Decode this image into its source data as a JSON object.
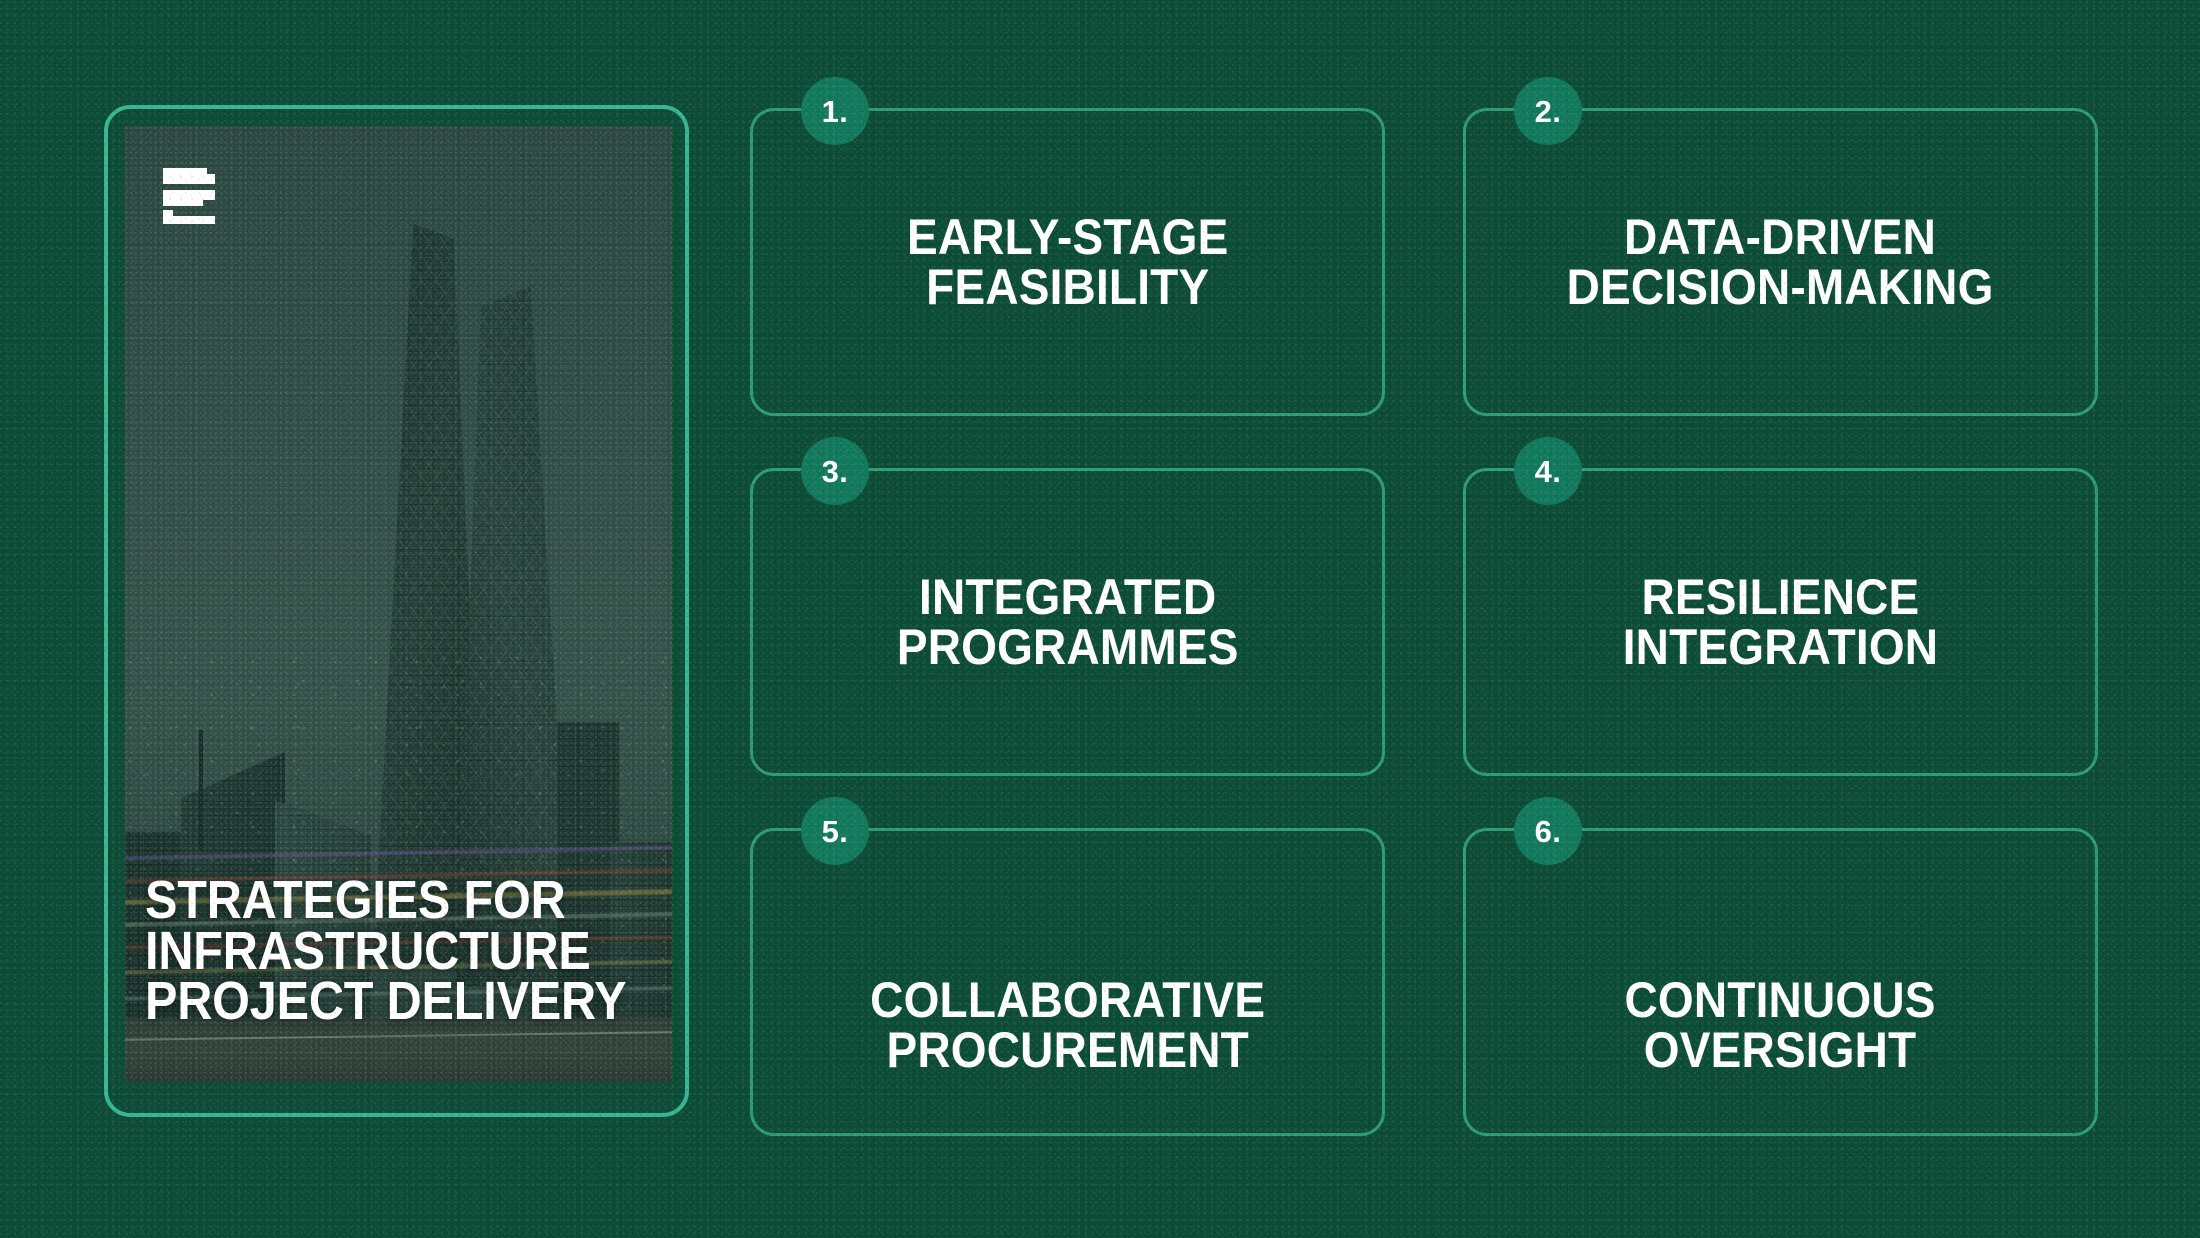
{
  "theme": {
    "background": "#0D4D38",
    "card_border": "#2E9B76",
    "photo_border": "#37B491",
    "badge_fill": "#12795C",
    "text": "#FFFFFF"
  },
  "photo_panel": {
    "logo": "logo-mark",
    "image_alt": "green-tinted night skyline of tapered skyscrapers with long-exposure traffic light trails",
    "title_lines": [
      "STRATEGIES FOR",
      "INFRASTRUCTURE",
      "PROJECT DELIVERY"
    ]
  },
  "cards": [
    {
      "number": "1.",
      "lines": [
        "EARLY-STAGE",
        "FEASIBILITY"
      ],
      "align": "center"
    },
    {
      "number": "2.",
      "lines": [
        "DATA-DRIVEN",
        "DECISION-MAKING"
      ],
      "align": "center"
    },
    {
      "number": "3.",
      "lines": [
        "INTEGRATED",
        "PROGRAMMES"
      ],
      "align": "center"
    },
    {
      "number": "4.",
      "lines": [
        "RESILIENCE",
        "INTEGRATION"
      ],
      "align": "center"
    },
    {
      "number": "5.",
      "lines": [
        "COLLABORATIVE",
        "PROCUREMENT"
      ],
      "align": "lower"
    },
    {
      "number": "6.",
      "lines": [
        "CONTINUOUS",
        "OVERSIGHT"
      ],
      "align": "lower"
    }
  ]
}
